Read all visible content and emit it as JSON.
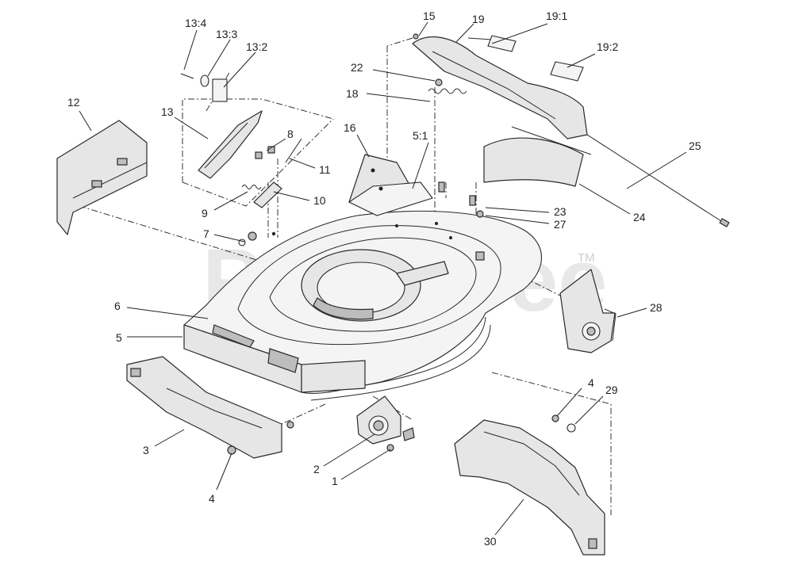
{
  "watermark": {
    "text": "PartsTree",
    "tm": "TM"
  },
  "callouts": {
    "c1": "1",
    "c2": "2",
    "c3": "3",
    "c4a": "4",
    "c4b": "4",
    "c5": "5",
    "c5_1": "5:1",
    "c6": "6",
    "c7": "7",
    "c8": "8",
    "c9": "9",
    "c10": "10",
    "c11": "11",
    "c12": "12",
    "c13": "13",
    "c13_2": "13:2",
    "c13_3": "13:3",
    "c13_4": "13:4",
    "c15": "15",
    "c16": "16",
    "c18": "18",
    "c19": "19",
    "c19_1": "19:1",
    "c19_2": "19:2",
    "c22": "22",
    "c23": "23",
    "c24": "24",
    "c25": "25",
    "c27": "27",
    "c28": "28",
    "c29": "29",
    "c30": "30"
  }
}
